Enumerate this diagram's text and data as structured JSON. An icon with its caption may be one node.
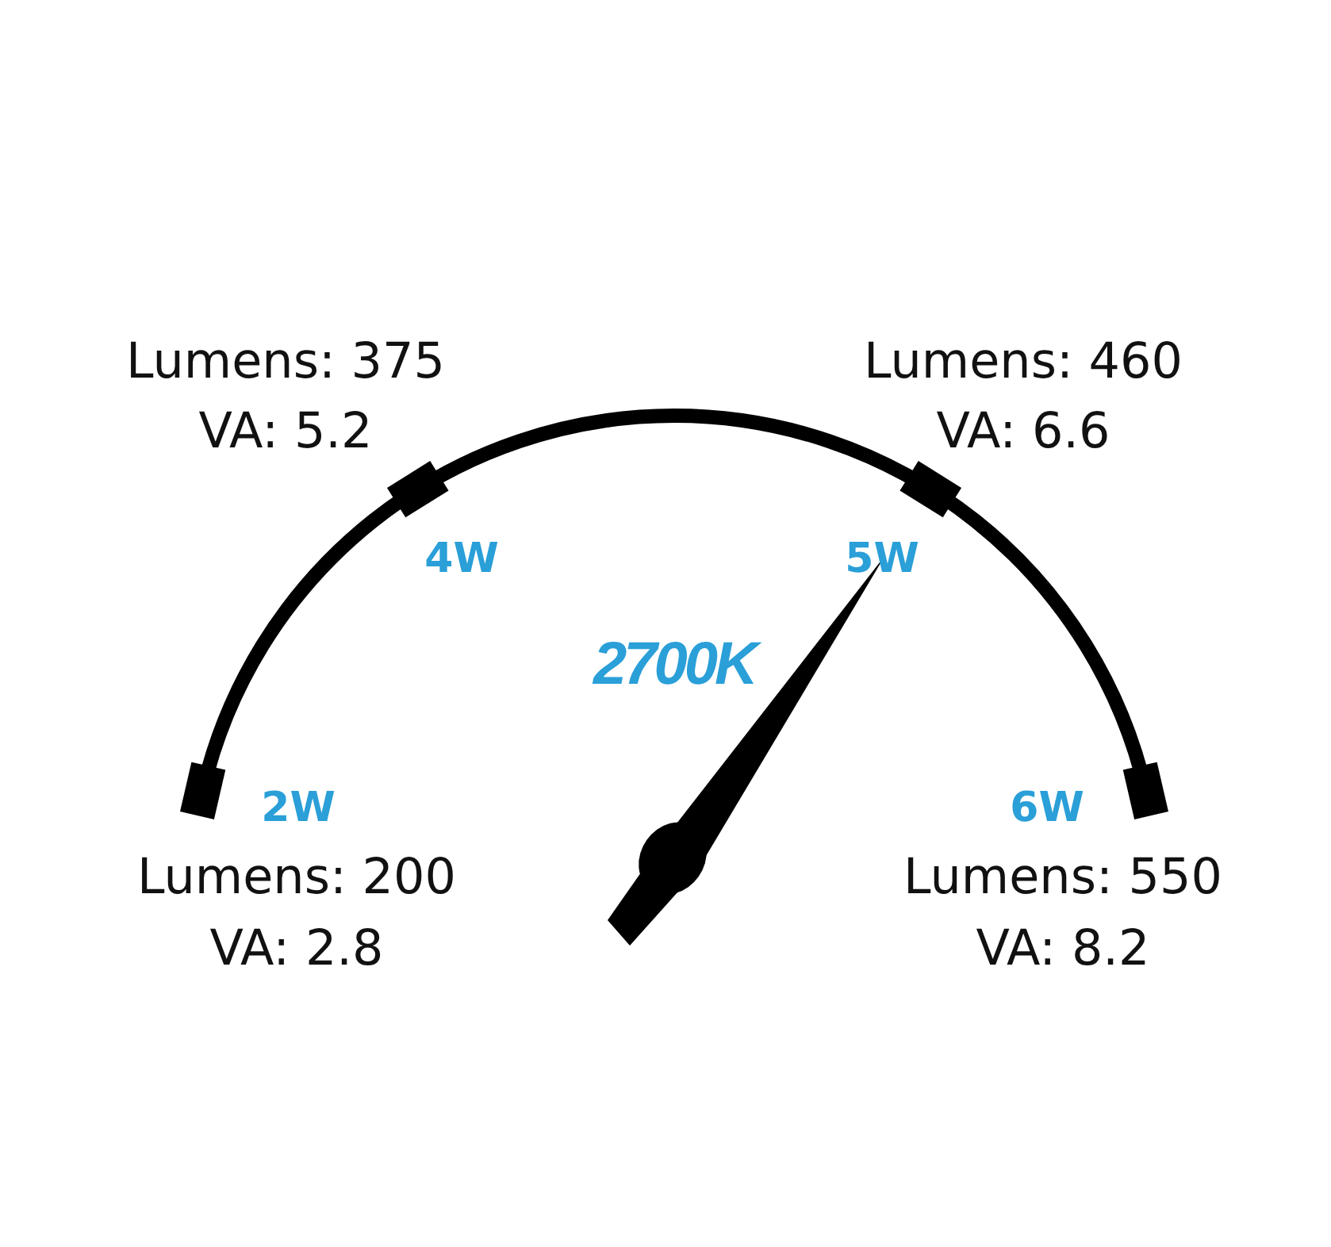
{
  "diagram": {
    "labels": [
      "Lumens: 375",
      "VA: 5.2",
      "Lumens: 460",
      "VA: 6.6",
      "4W",
      "5W",
      "2700K",
      "2W",
      "6W",
      "Lumens: 200",
      "VA: 2.8",
      "Lumens: 550",
      "VA: 8.2"
    ]
  }
}
